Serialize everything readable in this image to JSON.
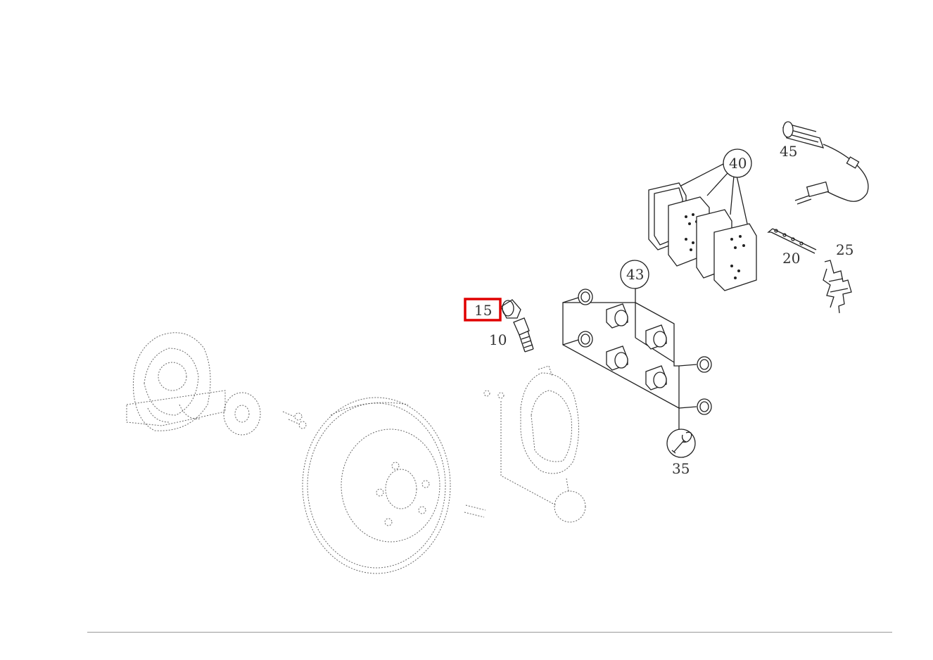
{
  "labels": {
    "p45": "45",
    "p40": "40",
    "p20": "20",
    "p25": "25",
    "p43": "43",
    "p15": "15",
    "p10": "10",
    "p35": "35"
  },
  "highlight": {
    "part": "15",
    "color": "#e00000"
  },
  "colors": {
    "line": "#222222",
    "text": "#333333",
    "footer": "#9a9a9a"
  }
}
